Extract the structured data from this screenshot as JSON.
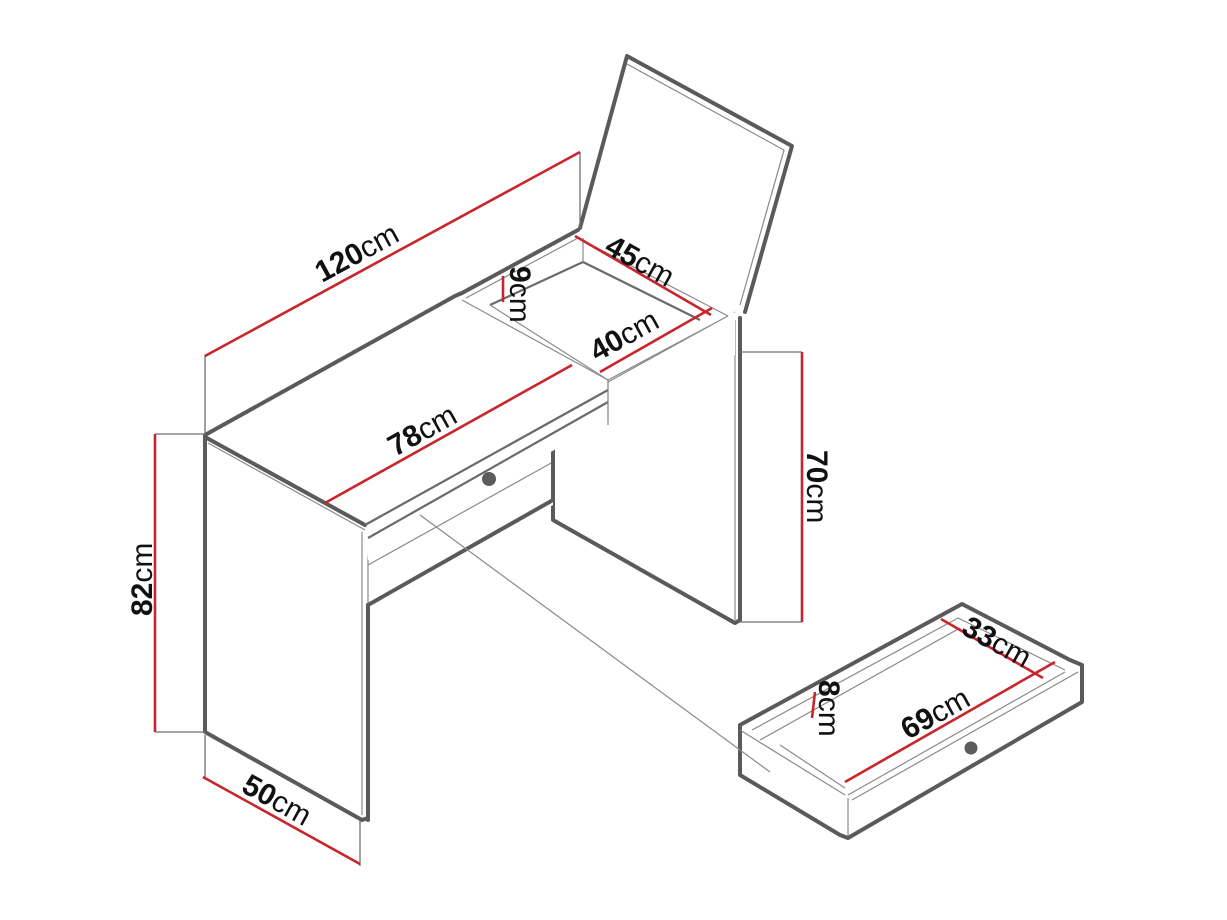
{
  "diagram": {
    "subject": "Dressing table with flip-up mirror compartment and pull-out drawer",
    "colors": {
      "outline": "#5a5a5a",
      "dimension_line": "#c8262c",
      "label": "#111111",
      "background": "#ffffff"
    },
    "dimensions": {
      "total_width": {
        "value": "120",
        "unit": "cm"
      },
      "top_section_width": {
        "value": "78",
        "unit": "cm"
      },
      "compartment_depth": {
        "value": "45",
        "unit": "cm"
      },
      "compartment_width": {
        "value": "40",
        "unit": "cm"
      },
      "compartment_height": {
        "value": "9",
        "unit": "cm"
      },
      "total_height": {
        "value": "82",
        "unit": "cm"
      },
      "leg_clearance": {
        "value": "70",
        "unit": "cm"
      },
      "depth": {
        "value": "50",
        "unit": "cm"
      },
      "drawer_width": {
        "value": "69",
        "unit": "cm"
      },
      "drawer_depth": {
        "value": "33",
        "unit": "cm"
      },
      "drawer_height": {
        "value": "8",
        "unit": "cm"
      }
    },
    "parts": [
      "desk-top",
      "mirror-lid",
      "hidden-compartment",
      "left-side-panel",
      "right-side-panel",
      "drawer-front",
      "drawer-handle",
      "pulled-out-drawer"
    ]
  }
}
